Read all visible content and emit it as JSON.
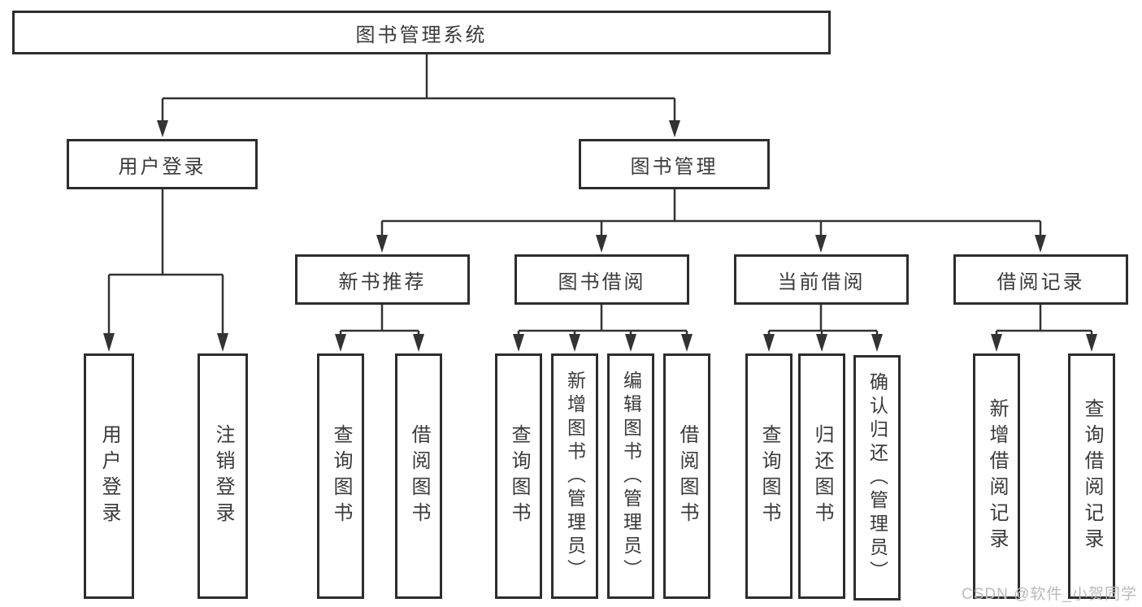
{
  "nodes": {
    "root": "图书管理系统",
    "level2": [
      "用户登录",
      "图书管理"
    ],
    "level3": [
      "新书推荐",
      "图书借阅",
      "当前借阅",
      "借阅记录"
    ],
    "leaves_user_login": [
      "用户登录",
      "注销登录"
    ],
    "leaves_new_books": [
      "查询图书",
      "借阅图书"
    ],
    "leaves_borrow": [
      "查询图书",
      "新增图书（管理员）",
      "编辑图书（管理员）",
      "借阅图书"
    ],
    "leaves_current": [
      "查询图书",
      "归还图书",
      "确认归还（管理员）"
    ],
    "leaves_records": [
      "新增借阅记录",
      "查询借阅记录"
    ]
  },
  "watermark": "CSDN @软件_小贺同学",
  "colors": {
    "line": "#333333",
    "box_border": "#2d2d2d",
    "text": "#3a3a3a",
    "watermark": "#b7bbc0",
    "background": "#ffffff"
  }
}
